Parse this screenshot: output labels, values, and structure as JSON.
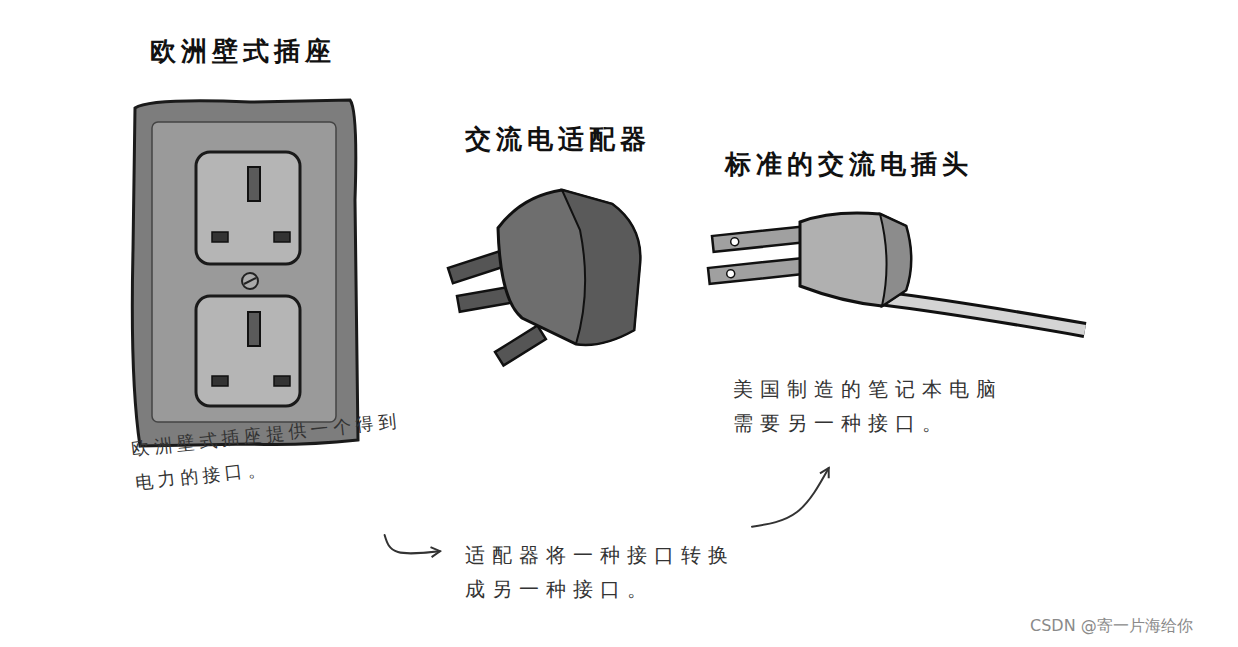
{
  "diagram": {
    "nodes": [
      {
        "text": [
          "欧洲壁式插座",
          "欧洲壁式插座提供一个得到电力的接口。"
        ]
      },
      {
        "text": [
          "交流电适配器",
          "适配器将一种接口转换成另一种接口。"
        ]
      },
      {
        "text": [
          "标准的交流电插头",
          "美国制造的笔记本电脑需要另一种接口。"
        ]
      }
    ],
    "edges": [
      {
        "from": 0,
        "to": 1,
        "arrow": "to"
      },
      {
        "from": 1,
        "to": 2,
        "arrow": "to"
      }
    ],
    "labels": [
      "CSDN @寄一片海给你"
    ]
  }
}
